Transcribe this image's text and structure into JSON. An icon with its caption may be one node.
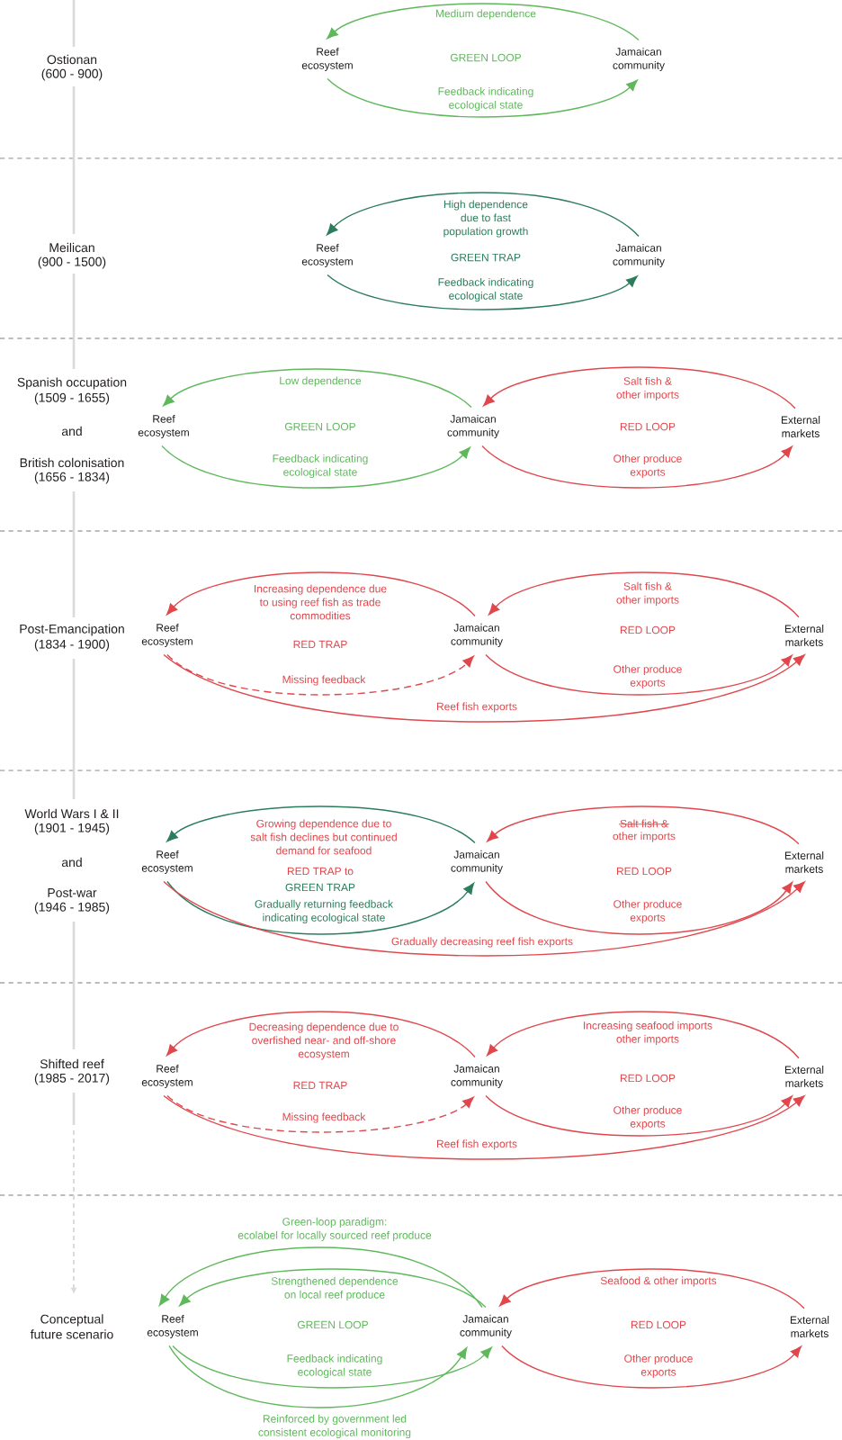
{
  "diagram": {
    "nodes": [
      {
        "text": [
          "Reef ecosystem"
        ]
      },
      {
        "text": [
          "Jamaican community"
        ]
      },
      {
        "text": [
          "Reef ecosystem"
        ]
      },
      {
        "text": [
          "Jamaican community"
        ]
      },
      {
        "text": [
          "Reef ecosystem"
        ]
      },
      {
        "text": [
          "Jamaican community"
        ]
      },
      {
        "text": [
          "External markets"
        ]
      },
      {
        "text": [
          "Reef ecosystem"
        ]
      },
      {
        "text": [
          "Jamaican community"
        ]
      },
      {
        "text": [
          "External markets"
        ]
      },
      {
        "text": [
          "Reef ecosystem"
        ]
      },
      {
        "text": [
          "Jamaican community"
        ]
      },
      {
        "text": [
          "External markets"
        ]
      },
      {
        "text": [
          "Reef ecosystem"
        ]
      },
      {
        "text": [
          "Jamaican community"
        ]
      },
      {
        "text": [
          "External markets"
        ]
      },
      {
        "text": [
          "Reef ecosystem"
        ]
      },
      {
        "text": [
          "Jamaican community"
        ]
      },
      {
        "text": [
          "External markets"
        ]
      }
    ],
    "edges": [
      {
        "from": 1,
        "to": 0,
        "arrow": "to",
        "label": "Medium dependence",
        "color": "#5fb85c"
      },
      {
        "from": 0,
        "to": 1,
        "arrow": "to",
        "label": "Feedback indicating ecological state",
        "color": "#5fb85c"
      },
      {
        "from": 3,
        "to": 2,
        "arrow": "to",
        "label": "High dependence due to fast population growth",
        "color": "#2c7d5c"
      },
      {
        "from": 2,
        "to": 3,
        "arrow": "to",
        "label": "Feedback indicating ecological state",
        "color": "#2c7d5c"
      },
      {
        "from": 5,
        "to": 4,
        "arrow": "to",
        "label": "Low dependence",
        "color": "#5fb85c"
      },
      {
        "from": 4,
        "to": 5,
        "arrow": "to",
        "label": "Feedback indicating ecological state",
        "color": "#5fb85c"
      },
      {
        "from": 6,
        "to": 5,
        "arrow": "to",
        "label": "Salt fish & other imports"
      },
      {
        "from": 5,
        "to": 6,
        "arrow": "to",
        "label": "Other produce exports"
      },
      {
        "from": 8,
        "to": 7,
        "arrow": "to",
        "label": "Increasing dependence due to using reef fish as trade commodities"
      },
      {
        "from": 7,
        "to": 8,
        "arrow": "to",
        "label": "Missing feedback",
        "style": "dashed"
      },
      {
        "from": 9,
        "to": 8,
        "arrow": "to",
        "label": "Salt fish & other imports"
      },
      {
        "from": 8,
        "to": 9,
        "arrow": "to",
        "label": "Other produce exports"
      },
      {
        "from": 7,
        "to": 9,
        "arrow": "to",
        "label": "Reef fish exports"
      },
      {
        "from": 11,
        "to": 10,
        "arrow": "to",
        "label": "Growing dependence due to salt fish declines but continued demand for seafood",
        "color": "#2c7d5c"
      },
      {
        "from": 10,
        "to": 11,
        "arrow": "to",
        "label": "Gradually returning feedback indicating ecological state",
        "color": "#2c7d5c"
      },
      {
        "from": 12,
        "to": 11,
        "arrow": "to",
        "label": "other imports"
      },
      {
        "from": 11,
        "to": 12,
        "arrow": "to",
        "label": "Other produce exports"
      },
      {
        "from": 10,
        "to": 12,
        "arrow": "to",
        "label": "Gradually decreasing reef fish exports"
      },
      {
        "from": 14,
        "to": 13,
        "arrow": "to",
        "label": "Decreasing dependence due to overfished near- and off-shore ecosystem"
      },
      {
        "from": 13,
        "to": 14,
        "arrow": "to",
        "label": "Missing feedback",
        "style": "dashed"
      },
      {
        "from": 15,
        "to": 14,
        "arrow": "to",
        "label": "Increasing seafood imports other imports"
      },
      {
        "from": 14,
        "to": 15,
        "arrow": "to",
        "label": "Other produce exports"
      },
      {
        "from": 13,
        "to": 15,
        "arrow": "to",
        "label": "Reef fish exports"
      },
      {
        "from": 17,
        "to": 16,
        "arrow": "to",
        "label": "Green-loop paradigm: ecolabel for locally sourced reef produce",
        "color": "#5fb85c"
      },
      {
        "from": 17,
        "to": 16,
        "arrow": "to",
        "label": "Strengthened dependence on local reef produce",
        "color": "#5fb85c"
      },
      {
        "from": 16,
        "to": 17,
        "arrow": "to",
        "label": "Feedback indicating ecological state",
        "color": "#5fb85c"
      },
      {
        "from": 16,
        "to": 17,
        "arrow": "to",
        "label": "Reinforced by government led consistent ecological monitoring",
        "color": "#5fb85c"
      },
      {
        "from": 18,
        "to": 17,
        "arrow": "to",
        "label": "Seafood & other imports"
      },
      {
        "from": 17,
        "to": 18,
        "arrow": "to",
        "label": "Other produce exports"
      }
    ],
    "labels": [
      "Ostionan",
      "(600 - 900)",
      "GREEN LOOP",
      "Meilican",
      "(900 - 1500)",
      "GREEN TRAP",
      "Spanish occupation",
      "(1509 - 1655)",
      "and",
      "British colonisation",
      "(1656 - 1834)",
      "GREEN LOOP",
      "RED LOOP",
      "Post-Emancipation",
      "(1834 - 1900)",
      "RED TRAP",
      "RED LOOP",
      "World Wars I & II",
      "(1901 - 1945)",
      "and",
      "Post-war",
      "(1946 - 1985)",
      "Salt fish &",
      "RED TRAP to",
      "GREEN TRAP",
      "RED LOOP",
      "Shifted reef",
      "(1985 - 2017)",
      "RED TRAP",
      "RED LOOP",
      "Conceptual future scenario",
      "GREEN LOOP",
      "RED LOOP"
    ]
  }
}
